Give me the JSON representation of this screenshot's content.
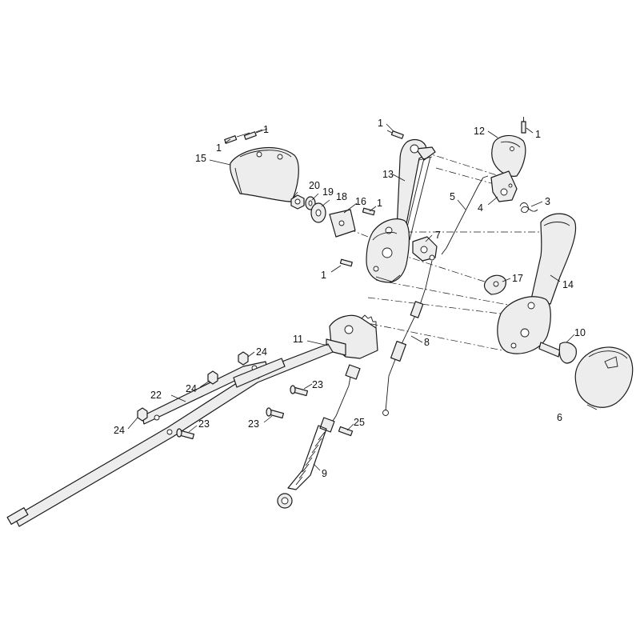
{
  "diagram": {
    "callouts": [
      {
        "id": "c1a",
        "label": "1"
      },
      {
        "id": "c1b",
        "label": "1"
      },
      {
        "id": "c1c",
        "label": "1"
      },
      {
        "id": "c1d",
        "label": "1"
      },
      {
        "id": "c1e",
        "label": "1"
      },
      {
        "id": "c1f",
        "label": "1"
      },
      {
        "id": "c3",
        "label": "3"
      },
      {
        "id": "c4",
        "label": "4"
      },
      {
        "id": "c5",
        "label": "5"
      },
      {
        "id": "c6",
        "label": "6"
      },
      {
        "id": "c7",
        "label": "7"
      },
      {
        "id": "c8",
        "label": "8"
      },
      {
        "id": "c9",
        "label": "9"
      },
      {
        "id": "c10",
        "label": "10"
      },
      {
        "id": "c11",
        "label": "11"
      },
      {
        "id": "c12",
        "label": "12"
      },
      {
        "id": "c13",
        "label": "13"
      },
      {
        "id": "c14",
        "label": "14"
      },
      {
        "id": "c15",
        "label": "15"
      },
      {
        "id": "c16",
        "label": "16"
      },
      {
        "id": "c17",
        "label": "17"
      },
      {
        "id": "c18",
        "label": "18"
      },
      {
        "id": "c19",
        "label": "19"
      },
      {
        "id": "c20",
        "label": "20"
      },
      {
        "id": "c22",
        "label": "22"
      },
      {
        "id": "c23a",
        "label": "23"
      },
      {
        "id": "c23b",
        "label": "23"
      },
      {
        "id": "c23c",
        "label": "23"
      },
      {
        "id": "c24a",
        "label": "24"
      },
      {
        "id": "c24b",
        "label": "24"
      },
      {
        "id": "c24c",
        "label": "24"
      },
      {
        "id": "c25",
        "label": "25"
      }
    ]
  }
}
